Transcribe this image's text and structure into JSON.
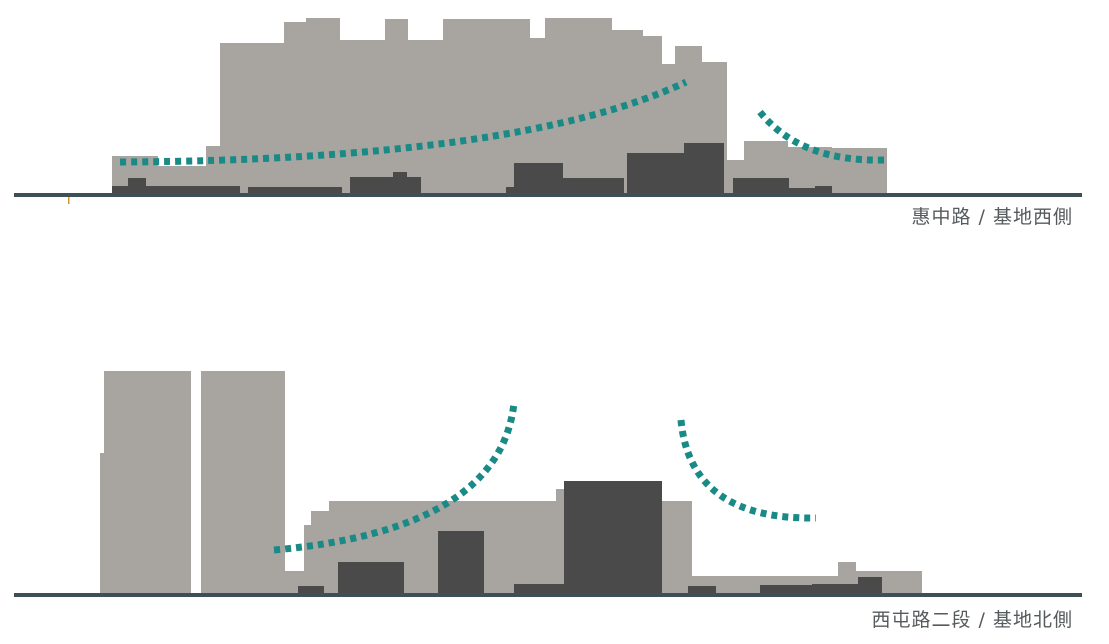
{
  "elevations": [
    {
      "id": "west",
      "caption": "惠中路 / 基地西側"
    },
    {
      "id": "north",
      "caption": "西屯路二段 / 基地北側"
    }
  ],
  "colors": {
    "background": "#ffffff",
    "existing_building": "#a8a4a0",
    "site_building": "#4a4a4a",
    "ground_line": "#3f4f58",
    "airflow_dots": "#1a8a86",
    "caption_text": "#555a5c"
  }
}
